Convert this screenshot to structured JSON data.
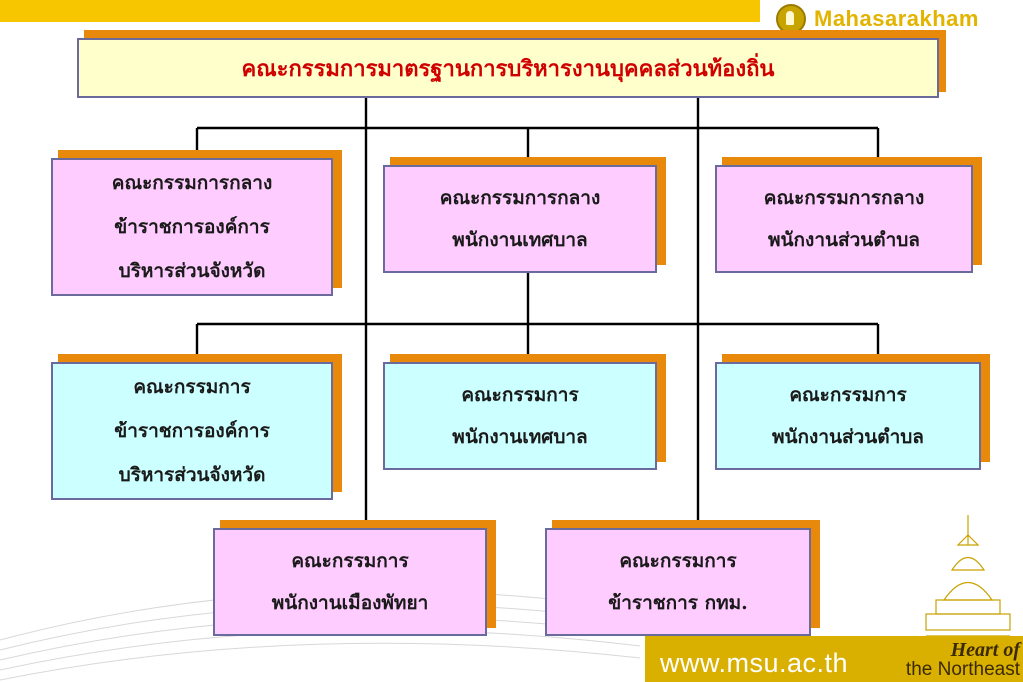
{
  "brand": {
    "logo_text": "Mahasarakham",
    "url": "www.msu.ac.th",
    "tagline_line1": "Heart of",
    "tagline_line2": "the Northeast"
  },
  "colors": {
    "top_bar": "#f7c600",
    "title_fill": "#ffffcc",
    "title_text": "#d00000",
    "central_fill": "#ffccff",
    "sub_fill": "#ccffff",
    "shadow": "#e8890b",
    "connector": "#000000"
  },
  "diagram": {
    "root": "คณะกรรมการมาตรฐานการบริหารงานบุคคลส่วนท้องถิ่น",
    "central": [
      {
        "lines": [
          "คณะกรรมการกลาง",
          "ข้าราชการองค์การ",
          "บริหารส่วนจังหวัด"
        ]
      },
      {
        "lines": [
          "คณะกรรมการกลาง",
          "พนักงานเทศบาล"
        ]
      },
      {
        "lines": [
          "คณะกรรมการกลาง",
          "พนักงานส่วนตำบล"
        ]
      }
    ],
    "provincial": [
      {
        "lines": [
          "คณะกรรมการ",
          "ข้าราชการองค์การ",
          "บริหารส่วนจังหวัด"
        ]
      },
      {
        "lines": [
          "คณะกรรมการ",
          "พนักงานเทศบาล"
        ]
      },
      {
        "lines": [
          "คณะกรรมการ",
          "พนักงานส่วนตำบล"
        ]
      }
    ],
    "special": [
      {
        "lines": [
          "คณะกรรมการ",
          "พนักงานเมืองพัทยา"
        ]
      },
      {
        "lines": [
          "คณะกรรมการ",
          "ข้าราชการ กทม."
        ]
      }
    ]
  }
}
